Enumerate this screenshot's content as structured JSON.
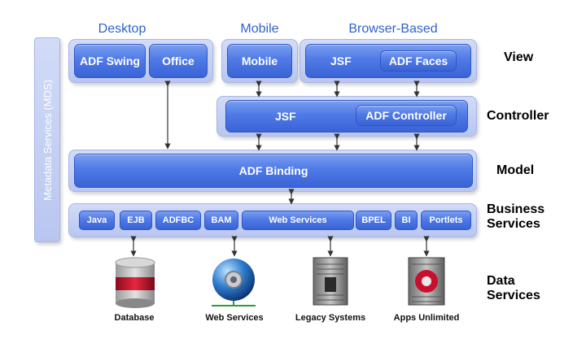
{
  "categories": {
    "desktop": "Desktop",
    "mobile": "Mobile",
    "browser": "Browser-Based"
  },
  "view": {
    "adf_swing": "ADF Swing",
    "office": "Office",
    "mobile": "Mobile",
    "jsf": "JSF",
    "adf_faces": "ADF Faces"
  },
  "controller": {
    "jsf": "JSF",
    "adf_controller": "ADF Controller"
  },
  "model": {
    "adf_binding": "ADF Binding"
  },
  "business": {
    "items": [
      "Java",
      "EJB",
      "ADFBC",
      "BAM",
      "Web Services",
      "BPEL",
      "BI",
      "Portlets"
    ]
  },
  "side_bar": "Metadata Services (MDS)",
  "layers": {
    "view": "View",
    "controller": "Controller",
    "model": "Model",
    "business": "Business Services",
    "data": "Data Services"
  },
  "data_services": [
    "Database",
    "Web Services",
    "Legacy Systems",
    "Apps Unlimited"
  ],
  "colors": {
    "accent": "#2e62c8",
    "button": "#4f7ae6",
    "panel": "#c9d3f4",
    "db_red": "#c8102e"
  }
}
